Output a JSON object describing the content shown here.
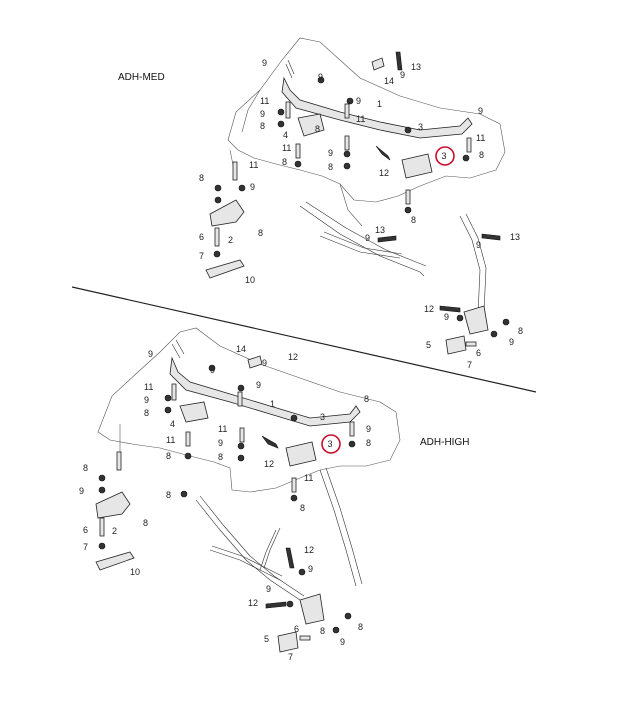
{
  "sections": [
    {
      "name": "ADH-MED",
      "color": "#111111"
    },
    {
      "name": "ADH-HIGH",
      "color": "#111111"
    }
  ],
  "highlight": {
    "number": "3",
    "color": "#c8102e"
  },
  "callouts_top": [
    "9",
    "14",
    "9",
    "13",
    "9",
    "1",
    "9",
    "11",
    "11",
    "9",
    "8",
    "4",
    "8",
    "9",
    "11",
    "9",
    "8",
    "12",
    "3",
    "8",
    "11",
    "8",
    "9",
    "8",
    "8",
    "2",
    "6",
    "7",
    "10",
    "11",
    "13",
    "9",
    "13",
    "9",
    "12",
    "9",
    "5",
    "6",
    "9",
    "7",
    "8",
    "8"
  ],
  "callouts_bottom": [
    "9",
    "14",
    "9",
    "12",
    "9",
    "11",
    "9",
    "8",
    "1",
    "9",
    "4",
    "11",
    "9",
    "8",
    "8",
    "11",
    "9",
    "8",
    "12",
    "3",
    "8",
    "8",
    "11",
    "8",
    "9",
    "2",
    "8",
    "6",
    "8",
    "7",
    "10",
    "12",
    "9",
    "12",
    "9",
    "8",
    "5",
    "7",
    "6",
    "9",
    "8"
  ]
}
